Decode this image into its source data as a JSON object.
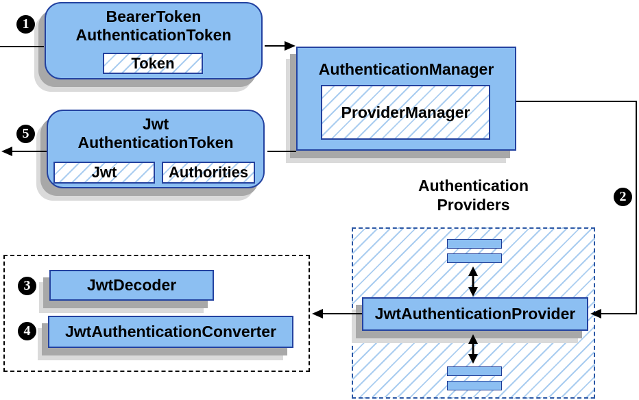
{
  "nodes": {
    "bearer_token": {
      "title": [
        "BearerToken",
        "AuthenticationToken"
      ],
      "field": "Token"
    },
    "authentication_manager": {
      "title": "AuthenticationManager",
      "inner": "ProviderManager"
    },
    "jwt_authentication_token": {
      "title": [
        "Jwt",
        "AuthenticationToken"
      ],
      "fields": [
        "Jwt",
        "Authorities"
      ]
    },
    "providers_group": {
      "label": [
        "Authentication",
        "Providers"
      ],
      "provider": "JwtAuthenticationProvider"
    },
    "converter_group": {
      "decoder": "JwtDecoder",
      "converter": "JwtAuthenticationConverter"
    }
  },
  "badges": [
    {
      "step": "1"
    },
    {
      "step": "2"
    },
    {
      "step": "3"
    },
    {
      "step": "4"
    },
    {
      "step": "5"
    }
  ],
  "colors": {
    "box_fill": "#8cbff2",
    "box_border": "#2342a0",
    "hatch_line": "#aacdf0",
    "dashed_blue_border": "#2b57a5",
    "shadow_dark": "#a8a8a8",
    "shadow_light": "#dadada",
    "arrow": "#000000",
    "badge_bg": "#000000",
    "badge_fg": "#ffffff"
  }
}
